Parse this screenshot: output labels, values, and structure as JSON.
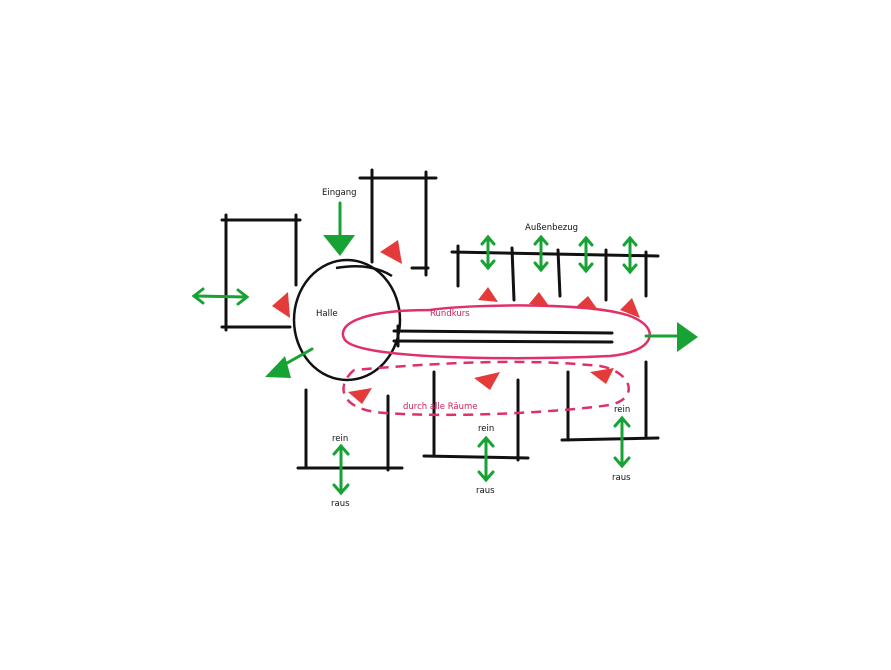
{
  "labels": {
    "entrance": "Eingang",
    "hall": "Halle",
    "outdoor_relation": "Außenbezug",
    "round_tour": "Rundkurs",
    "through_all_rooms": "durch alle Räume",
    "in_1": "rein",
    "out_1": "raus",
    "in_2": "rein",
    "out_2": "raus",
    "in_3": "rein",
    "out_3": "raus"
  },
  "colors": {
    "walls": "#111111",
    "flow_arrows": "#16a334",
    "view_markers": "#e43a3a",
    "circulation": "#e0306a"
  }
}
